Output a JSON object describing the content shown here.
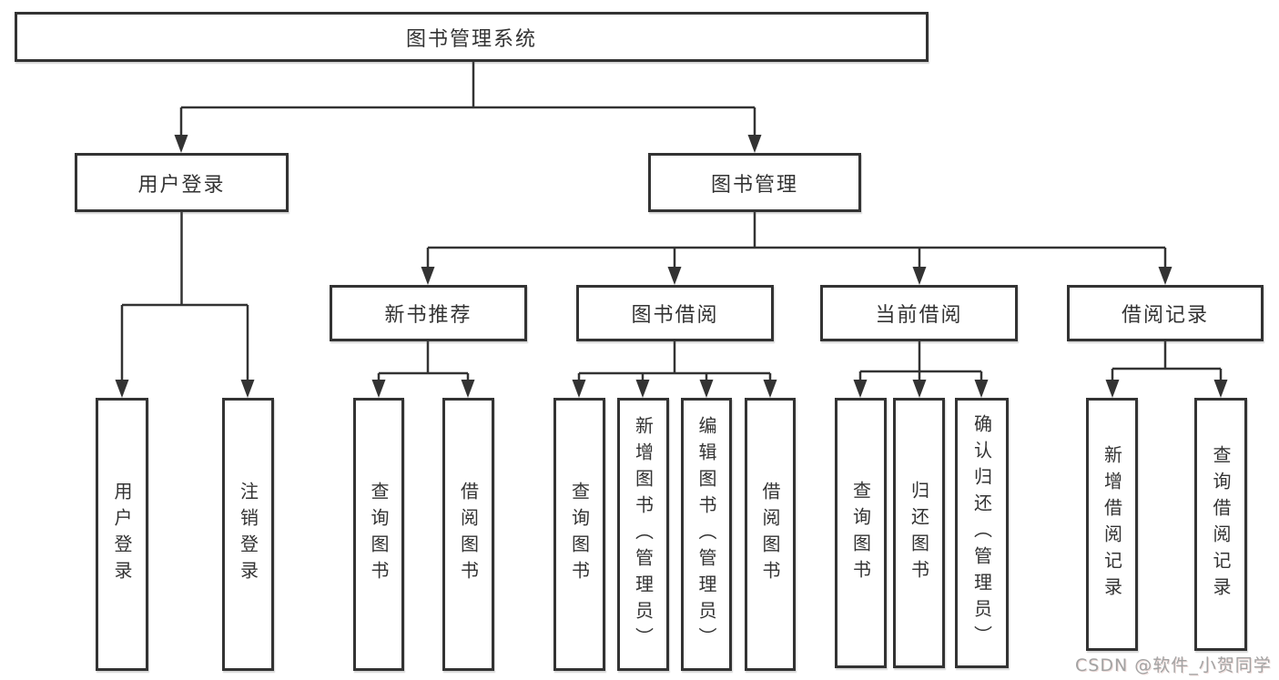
{
  "diagram_type": "hierarchy-tree",
  "colors": {
    "line": "#333333",
    "box_border": "#333333",
    "text": "#333333",
    "background": "#ffffff",
    "watermark": "#a3a3a3"
  },
  "tree": {
    "label": "图书管理系统",
    "children": [
      {
        "label": "用户登录",
        "children": [
          {
            "label": "用户登录"
          },
          {
            "label": "注销登录"
          }
        ]
      },
      {
        "label": "图书管理",
        "children": [
          {
            "label": "新书推荐",
            "children": [
              {
                "label": "查询图书"
              },
              {
                "label": "借阅图书"
              }
            ]
          },
          {
            "label": "图书借阅",
            "children": [
              {
                "label": "查询图书"
              },
              {
                "label": "新增图书（管理员）"
              },
              {
                "label": "编辑图书（管理员）"
              },
              {
                "label": "借阅图书"
              }
            ]
          },
          {
            "label": "当前借阅",
            "children": [
              {
                "label": "查询图书"
              },
              {
                "label": "归还图书"
              },
              {
                "label": "确认归还（管理员）"
              }
            ]
          },
          {
            "label": "借阅记录",
            "children": [
              {
                "label": "新增借阅记录"
              },
              {
                "label": "查询借阅记录"
              }
            ]
          }
        ]
      }
    ]
  },
  "watermark": {
    "text": "CSDN @软件_小贺同学"
  }
}
